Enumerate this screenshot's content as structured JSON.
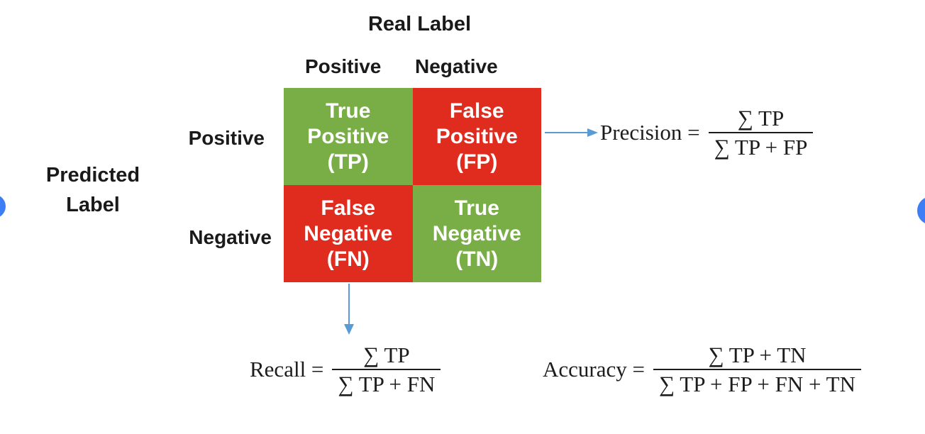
{
  "colors": {
    "green": "#79AE47",
    "red": "#E02B1F",
    "arrow_blue": "#5B9BD5",
    "edge_circle_blue": "#3D7DF5",
    "cell_text": "#FFFFFF"
  },
  "matrix": {
    "title": "Real Label",
    "column_headers": [
      "Positive",
      "Negative"
    ],
    "row_axis_label": {
      "line1": "Predicted",
      "line2": "Label"
    },
    "row_headers": [
      "Positive",
      "Negative"
    ],
    "cells": [
      {
        "id": "true-positive",
        "lines": [
          "True",
          "Positive",
          "(TP)"
        ]
      },
      {
        "id": "false-positive",
        "lines": [
          "False",
          "Positive",
          "(FP)"
        ]
      },
      {
        "id": "false-negative",
        "lines": [
          "False",
          "Negative",
          "(FN)"
        ]
      },
      {
        "id": "true-negative",
        "lines": [
          "True",
          "Negative",
          "(TN)"
        ]
      }
    ]
  },
  "formulas": {
    "precision": {
      "label": "Precision =",
      "numerator": "∑ TP",
      "denominator": "∑ TP + FP"
    },
    "recall": {
      "label": "Recall =",
      "numerator": "∑ TP",
      "denominator": "∑ TP + FN"
    },
    "accuracy": {
      "label": "Accuracy =",
      "numerator": "∑ TP + TN",
      "denominator": "∑ TP + FP + FN + TN"
    }
  }
}
